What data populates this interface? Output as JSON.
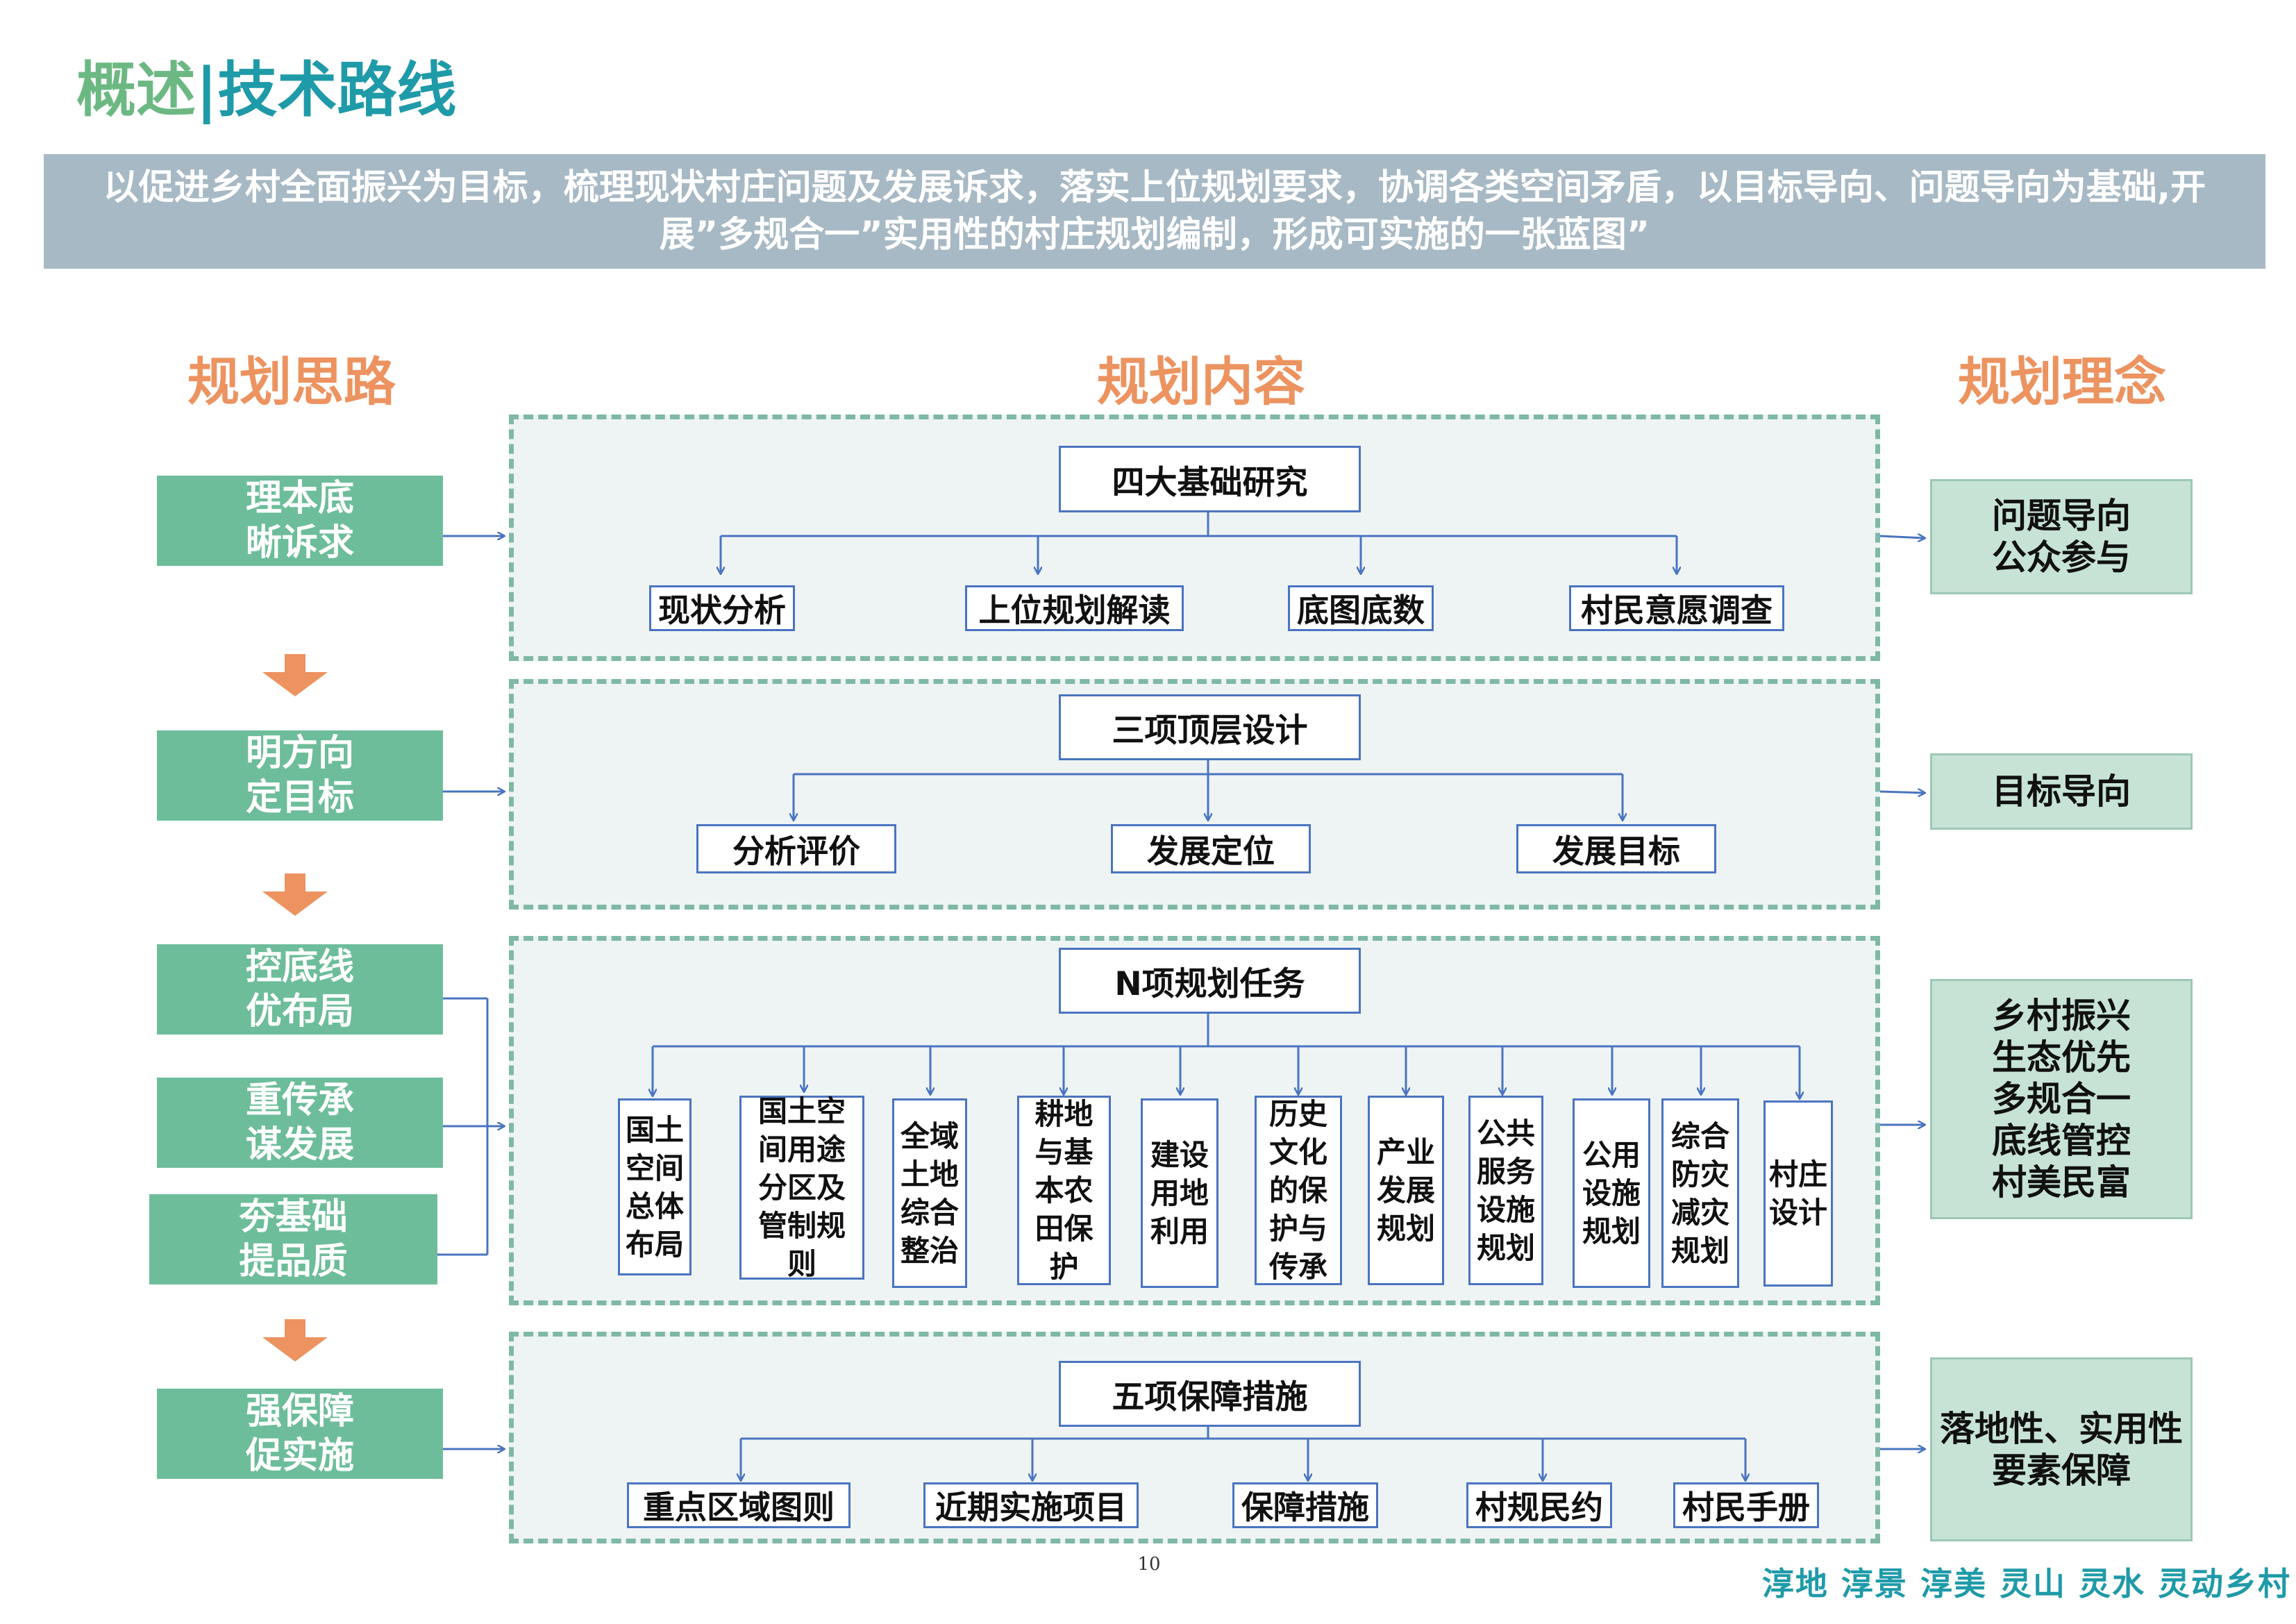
{
  "page": {
    "title_part1": "概述",
    "title_separator": "|",
    "title_part2": "技术路线",
    "banner_text": "以促进乡村全面振兴为目标，梳理现状村庄问题及发展诉求，落实上位规划要求，协调各类空间矛盾，以目标导向、问题导向为基础,开展”多规合一”实用性的村庄规划编制，形成可实施的一张蓝图”",
    "page_number": "10",
    "footer_text": "淳地 淳景 淳美 灵山 灵水 灵动乡村"
  },
  "columns": {
    "left": "规划思路",
    "center": "规划内容",
    "right": "规划理念"
  },
  "thinking_steps": [
    {
      "line1": "理本底",
      "line2": "晰诉求"
    },
    {
      "line1": "明方向",
      "line2": "定目标"
    },
    {
      "line1": "控底线",
      "line2": "优布局"
    },
    {
      "line1": "重传承",
      "line2": "谋发展"
    },
    {
      "line1": "夯基础",
      "line2": "提品质"
    },
    {
      "line1": "强保障",
      "line2": "促实施"
    }
  ],
  "content_sections": [
    {
      "title": "四大基础研究",
      "items": [
        "现状分析",
        "上位规划解读",
        "底图底数",
        "村民意愿调查"
      ]
    },
    {
      "title": "三项顶层设计",
      "items": [
        "分析评价",
        "发展定位",
        "发展目标"
      ]
    },
    {
      "title": "N项规划任务",
      "items": [
        "国土空间总体布局",
        "国土空间用途分区及管制规则",
        "全域土地综合整治",
        "耕地与基本农田保护",
        "建设用地利用",
        "历史文化的保护与传承",
        "产业发展规划",
        "公共服务设施规划",
        "公用设施规划",
        "综合防灾减灾规划",
        "村庄设计"
      ]
    },
    {
      "title": "五项保障措施",
      "items": [
        "重点区域图则",
        "近期实施项目",
        "保障措施",
        "村规民约",
        "村民手册"
      ]
    }
  ],
  "concepts": [
    {
      "lines": [
        "问题导向",
        "公众参与"
      ]
    },
    {
      "lines": [
        "目标导向"
      ]
    },
    {
      "lines": [
        "乡村振兴",
        "生态优先",
        "多规合一",
        "底线管控",
        "村美民富"
      ]
    },
    {
      "lines": [
        "落地性、实用性",
        "要素保障"
      ]
    }
  ],
  "colors": {
    "title_green": "#6cb883",
    "title_teal": "#1f9aa8",
    "banner_bg": "#a7b9c4",
    "column_head": "#ec9360",
    "step_green": "#6dbd9a",
    "concept_bg": "#c7e3d6",
    "panel_border": "#7fb8a6",
    "connector_blue": "#4a74c0",
    "down_arrow": "#ec9360"
  }
}
